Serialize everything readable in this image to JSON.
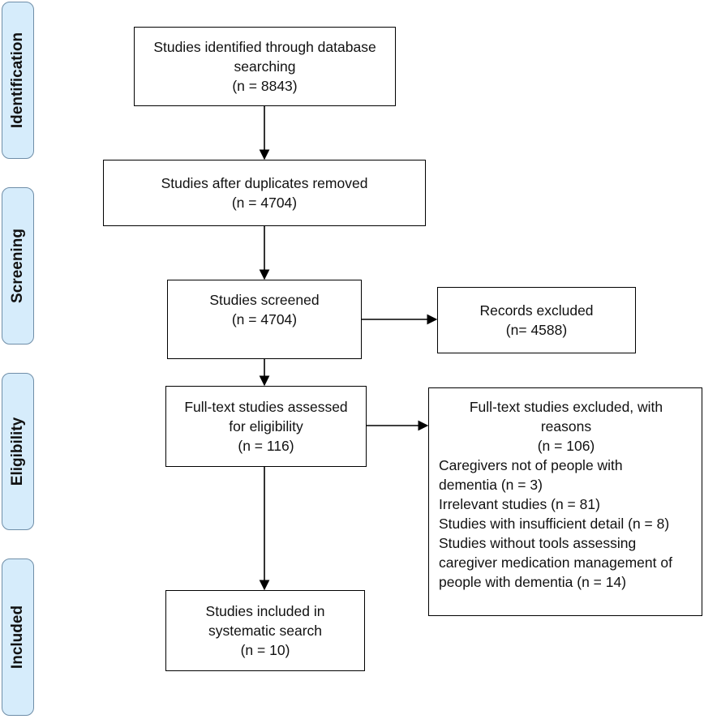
{
  "phases": {
    "identification": "Identification",
    "screening": "Screening",
    "eligibility": "Eligibility",
    "included": "Included"
  },
  "boxes": {
    "identified": [
      "Studies identified through database",
      "searching",
      "(n = 8843)"
    ],
    "duplicates_removed": [
      "Studies after duplicates removed",
      "(n = 4704)"
    ],
    "screened": [
      "Studies screened",
      "(n = 4704)"
    ],
    "records_excluded": [
      "Records excluded",
      "(n= 4588)"
    ],
    "fulltext_assessed": [
      "Full-text studies assessed",
      "for eligibility",
      "(n = 116)"
    ],
    "included": [
      "Studies included in",
      "systematic search",
      "(n = 10)"
    ]
  },
  "fulltext_excluded": {
    "header": [
      "Full-text studies excluded, with",
      "reasons",
      "(n = 106)"
    ],
    "reasons": [
      "Caregivers not of people with",
      "dementia (n = 3)",
      "Irrelevant studies (n = 81)",
      "Studies with insufficient detail (n = 8)",
      "Studies without tools assessing",
      "caregiver medication management of",
      "people with dementia (n = 14)"
    ]
  }
}
